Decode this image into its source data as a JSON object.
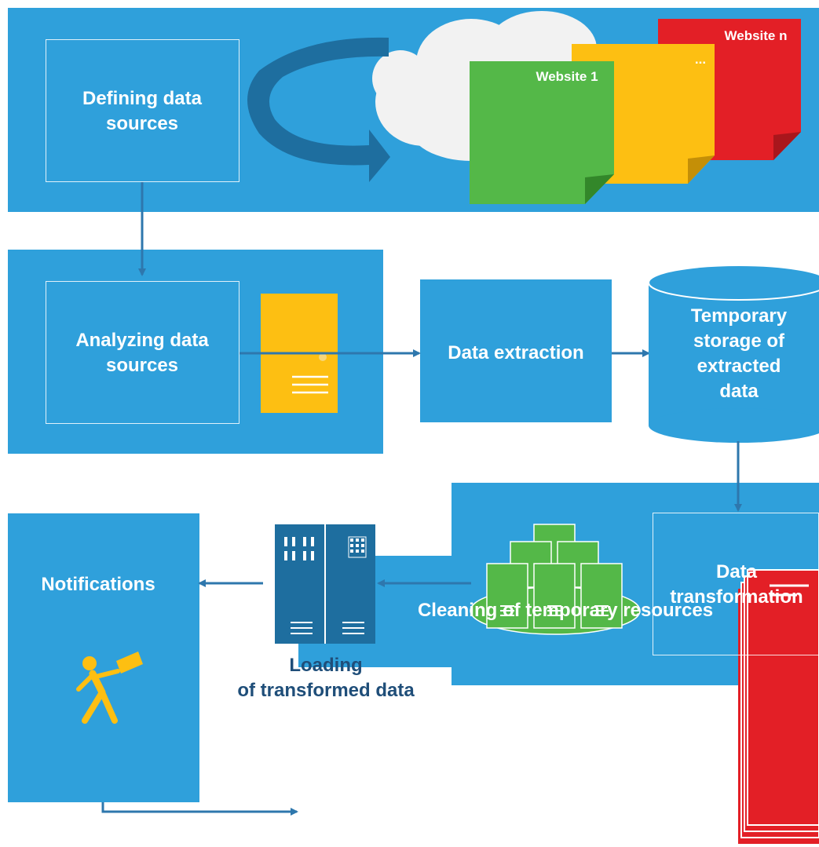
{
  "steps": {
    "defining": "Defining data sources",
    "analyzing": "Analyzing data sources",
    "extraction": "Data extraction",
    "storage": "Temporary storage of extracted data",
    "transformation": "Data transformation",
    "loading_line1": "Loading",
    "loading_line2": "of transformed data",
    "notifications": "Notifications",
    "cleaning": "Cleaning of temporary resources"
  },
  "websites": {
    "first": "Website 1",
    "middle": "...",
    "last": "Website n"
  },
  "colors": {
    "panel_blue": "#2fa0db",
    "arrow_blue": "#2e77ad",
    "dark_blue": "#1e6e9f",
    "green": "#54b848",
    "yellow": "#fdbf12",
    "red": "#e31f26"
  }
}
